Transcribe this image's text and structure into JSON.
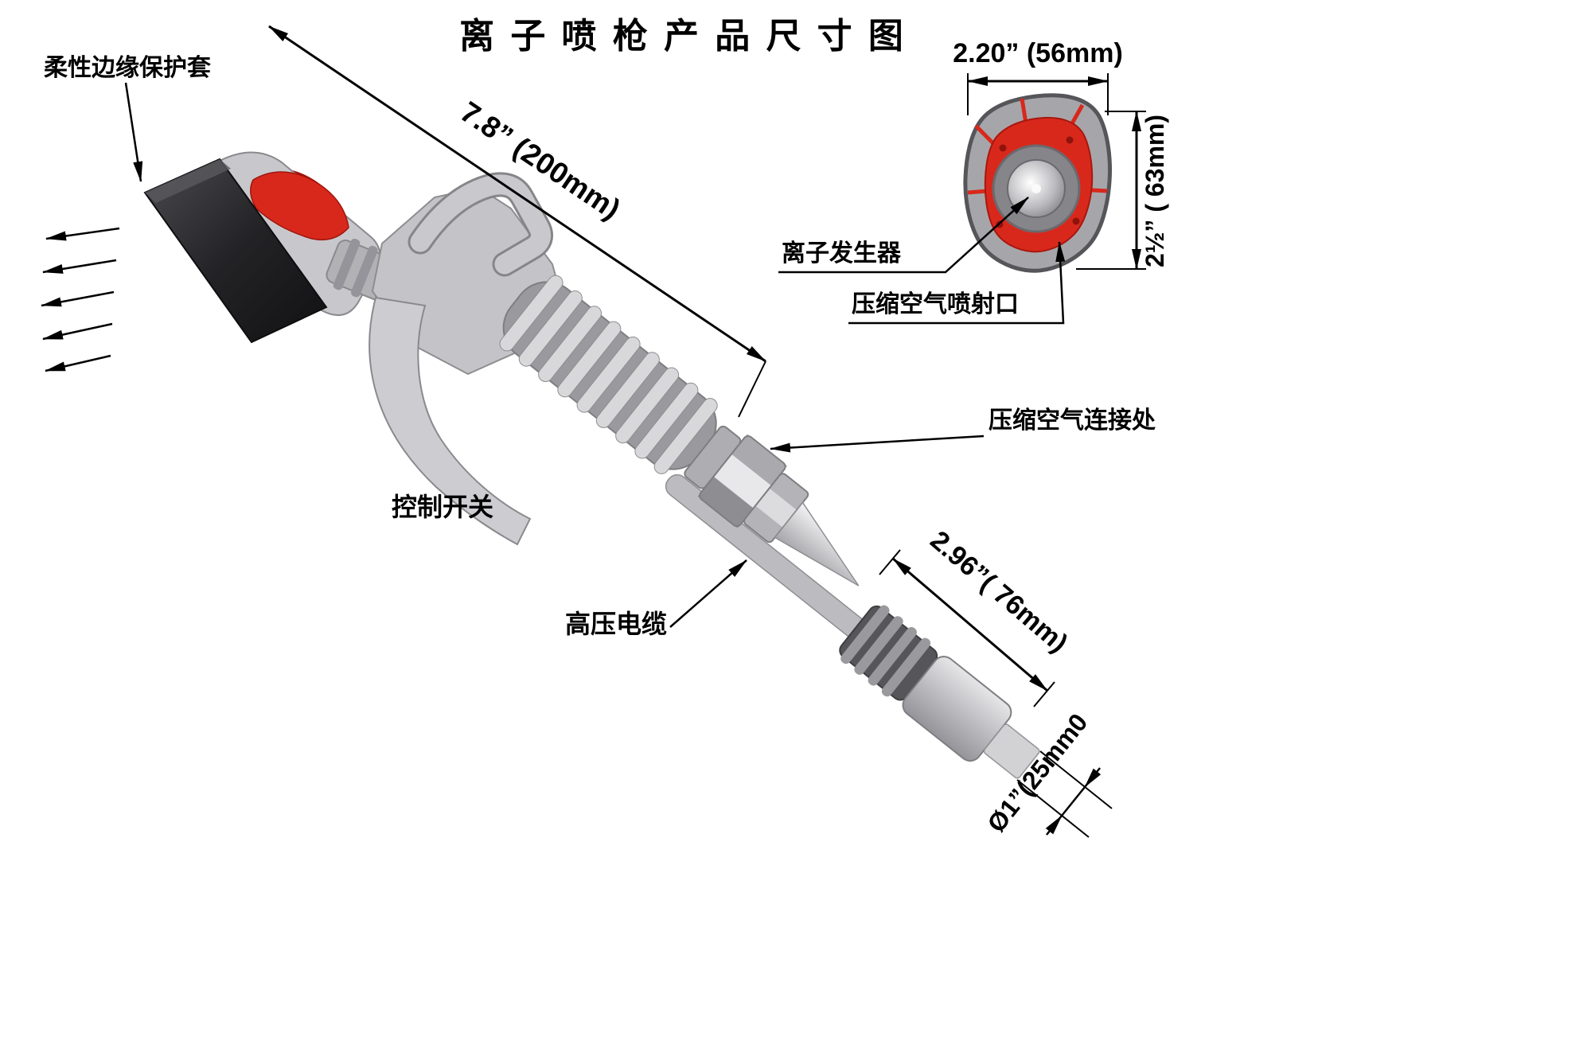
{
  "title": "离 子 喷 枪 产 品 尺 寸 图",
  "callouts": {
    "flexible_edge_sleeve": "柔性边缘保护套",
    "ion_generator": "离子发生器",
    "compressed_air_jet": "压缩空气喷射口",
    "compressed_air_connection": "压缩空气连接处",
    "control_switch": "控制开关",
    "high_voltage_cable": "高压电缆"
  },
  "dimensions": {
    "gun_length": "7.8” (200mm)",
    "head_width": "2.20” (56mm)",
    "head_height": "2½” ( 63mm)",
    "connector_length": "2.96”( 76mm)",
    "plug_diameter": "Ø1”(25mm0"
  },
  "colors": {
    "accent_red": "#d8281c",
    "line_black": "#000000",
    "gun_light": "#d6d6da",
    "gun_mid": "#b4b4b8",
    "gun_dark": "#88888c",
    "nozzle_dark": "#2a2a2e"
  }
}
